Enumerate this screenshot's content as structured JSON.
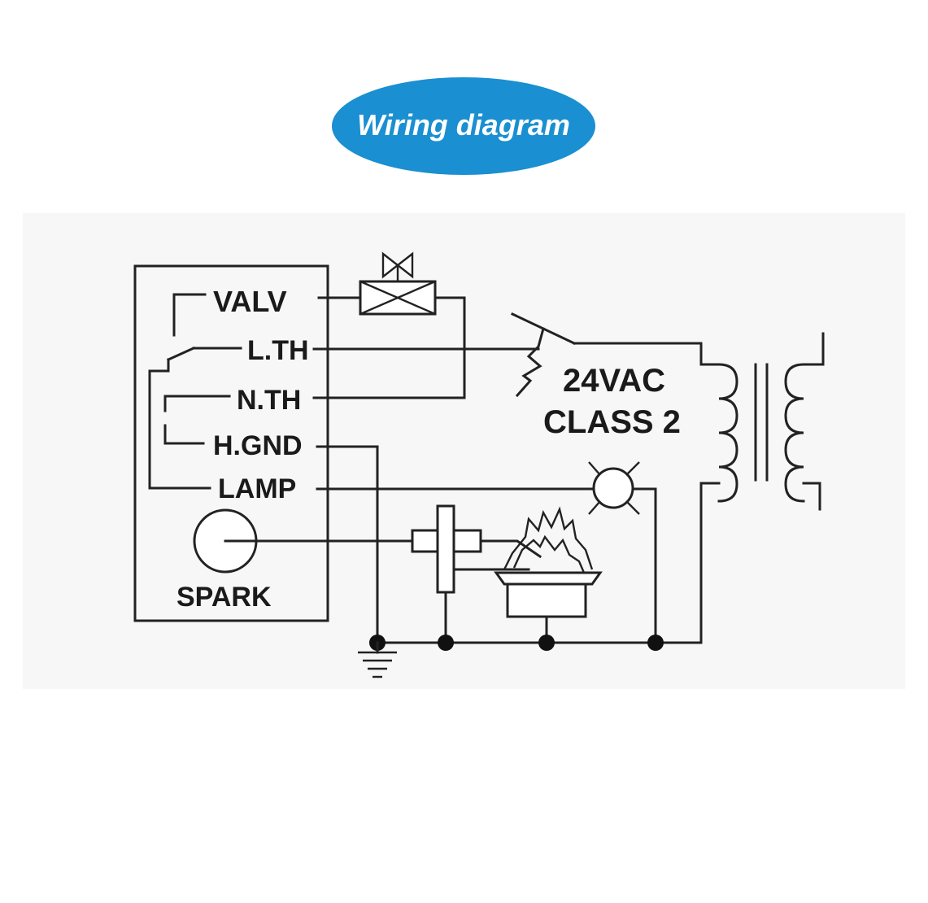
{
  "title": "Wiring diagram",
  "colors": {
    "title_badge": "#1a8fd1",
    "title_text": "#ffffff",
    "line": "#222222"
  },
  "terminals": {
    "valv": "VALV",
    "lth": "L.TH",
    "nth": "N.TH",
    "hgnd": "H.GND",
    "lamp": "LAMP",
    "spark": "SPARK"
  },
  "power": {
    "line1": "24VAC",
    "line2": "CLASS 2"
  },
  "icons": [
    "gas-valve-icon",
    "thermostat-switch-icon",
    "transformer-icon",
    "indicator-lamp-icon",
    "spark-electrode-icon",
    "burner-flame-icon",
    "ground-icon"
  ]
}
